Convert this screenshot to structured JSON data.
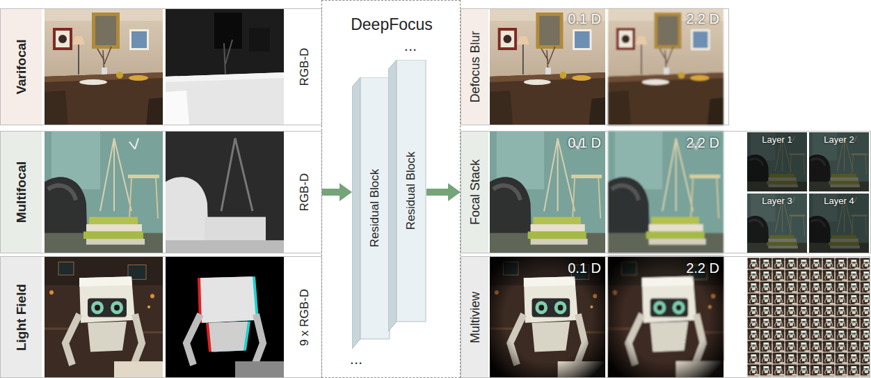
{
  "diagram": {
    "nodes": [
      {
        "text": [
          "Varifocal",
          "RGB-D"
        ]
      },
      {
        "text": [
          "Multifocal",
          "RGB-D"
        ]
      },
      {
        "text": [
          "Light Field",
          "9 x RGB-D"
        ]
      },
      {
        "text": [
          "DeepFocus"
        ]
      },
      {
        "text": [
          "Residual Block"
        ],
        "in": 3
      },
      {
        "text": [
          "Residual Block"
        ],
        "in": 3
      },
      {
        "text": [
          "Defocus Blur"
        ]
      },
      {
        "text": [
          "Focal Stack"
        ]
      },
      {
        "text": [
          "Multiview"
        ]
      }
    ],
    "edges": [
      {
        "from": 1,
        "to": 4,
        "arrow": "to"
      },
      {
        "from": 5,
        "to": 7,
        "arrow": "to"
      }
    ],
    "labels": [
      "...",
      "...",
      "0.1 D",
      "2.2 D",
      "0.1 D",
      "2.2 D",
      "Layer 1",
      "Layer 2",
      "Layer 3",
      "Layer 4",
      "0.1 D",
      "2.2 D"
    ]
  }
}
